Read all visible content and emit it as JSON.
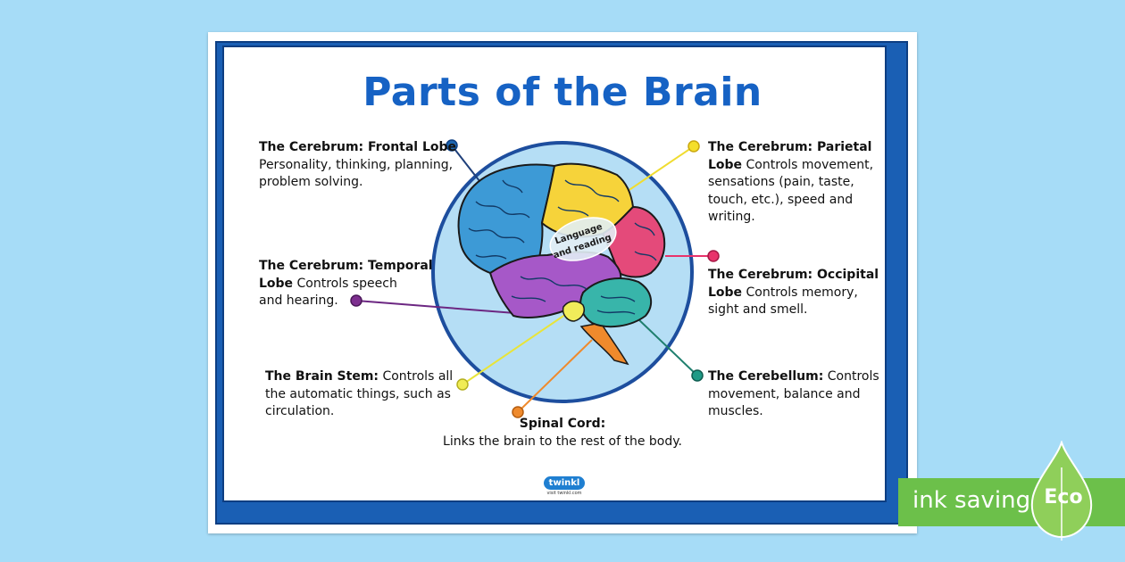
{
  "poster": {
    "title": "Parts of the Brain",
    "center_label_line1": "Language",
    "center_label_line2": "and reading"
  },
  "labels": {
    "frontal": {
      "heading": "The Cerebrum: Frontal Lobe",
      "body_line1": "Personality, thinking, planning,",
      "body_line2": "problem solving.",
      "color": "#1e66b0"
    },
    "parietal": {
      "heading": "The Cerebrum: Parietal",
      "heading_2": "Lobe",
      "body_inline": " Controls movement,",
      "body_line2": "sensations (pain, taste,",
      "body_line3": "touch, etc.), speed and",
      "body_line4": "writing.",
      "color": "#f5df2b"
    },
    "temporal": {
      "heading": "The Cerebrum: Temporal",
      "heading_2": "Lobe",
      "body_inline": " Controls speech",
      "body_line2": "and hearing.",
      "color": "#7d2f8f"
    },
    "occipital": {
      "heading": "The Cerebrum: Occipital",
      "heading_2": "Lobe",
      "body_inline": " Controls memory,",
      "body_line2": "sight and smell.",
      "color": "#e8336b"
    },
    "stem": {
      "heading": "The Brain Stem:",
      "body_inline": " Controls all",
      "body_line2": "the automatic things, such as",
      "body_line3": "circulation.",
      "color": "#f0ec55"
    },
    "cerebellum": {
      "heading": "The Cerebellum:",
      "body_inline": " Controls",
      "body_line2": "movement, balance and",
      "body_line3": "muscles.",
      "color": "#1f9a86"
    },
    "spinal": {
      "heading": "Spinal Cord:",
      "body_line1": "Links the brain to the rest of the body.",
      "color": "#ef8a2c"
    }
  },
  "brand": {
    "logo_text": "twinkl",
    "url": "visit twinkl.com"
  },
  "eco_badge": {
    "text": "ink saving",
    "drop_text": "Eco",
    "color": "#6cc04a"
  }
}
